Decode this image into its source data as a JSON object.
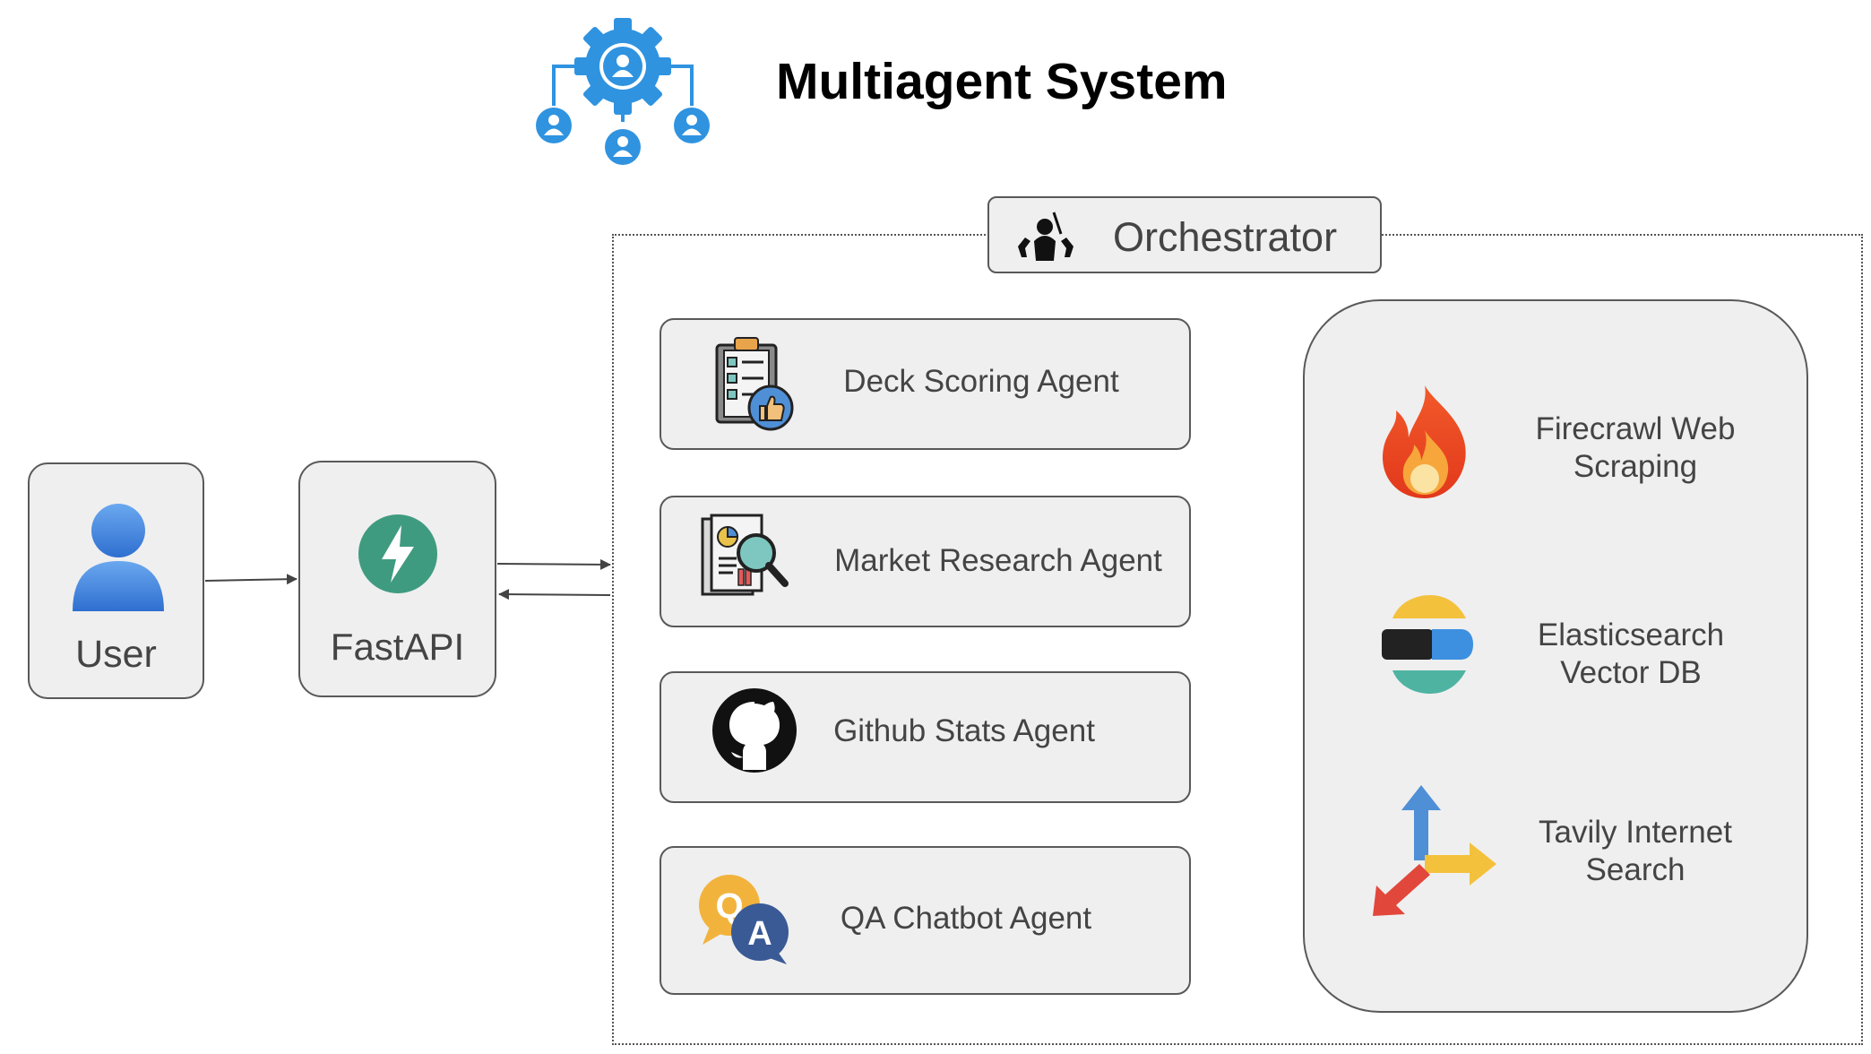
{
  "title": "Multiagent System",
  "user": {
    "label": "User"
  },
  "fastapi": {
    "label": "FastAPI"
  },
  "orchestrator": {
    "label": "Orchestrator"
  },
  "agents": [
    {
      "label": "Deck Scoring Agent",
      "icon": "clipboard-checklist-icon"
    },
    {
      "label": "Market Research Agent",
      "icon": "market-research-icon"
    },
    {
      "label": "Github Stats Agent",
      "icon": "github-icon"
    },
    {
      "label": "QA Chatbot Agent",
      "icon": "qa-chat-icon"
    }
  ],
  "tools": [
    {
      "line1": "Firecrawl Web",
      "line2": "Scraping",
      "icon": "fire-icon"
    },
    {
      "line1": "Elasticsearch",
      "line2": "Vector DB",
      "icon": "elasticsearch-icon"
    },
    {
      "line1": "Tavily Internet",
      "line2": "Search",
      "icon": "tavily-arrows-icon"
    }
  ],
  "colors": {
    "box_fill": "#efefef",
    "box_border": "#595959",
    "text": "#444444",
    "network_icon": "#2f93e0",
    "fastapi_teal": "#3f9b80"
  }
}
